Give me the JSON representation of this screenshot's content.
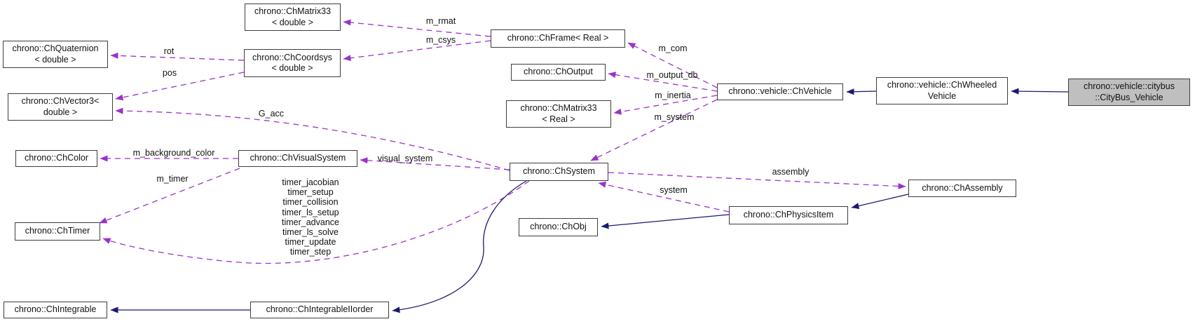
{
  "diagram": {
    "type": "doxygen-collaboration-graph",
    "colors": {
      "dashed-edge": "#9a32cd",
      "solid-edge": "#191970",
      "node-border": "#3d3d3d",
      "highlight-fill": "#bfbfbf",
      "bg": "#ffffff",
      "text": "#111111"
    },
    "nodes": [
      {
        "id": "chmatrix33-double",
        "label": "chrono::ChMatrix33\n< double >"
      },
      {
        "id": "chquaternion-double",
        "label": "chrono::ChQuaternion\n< double >"
      },
      {
        "id": "chcoordsys-double",
        "label": "chrono::ChCoordsys\n< double >"
      },
      {
        "id": "chvector3-double",
        "label": "chrono::ChVector3<\ndouble >"
      },
      {
        "id": "chframe-real",
        "label": "chrono::ChFrame< Real >"
      },
      {
        "id": "choutput",
        "label": "chrono::ChOutput"
      },
      {
        "id": "chmatrix33-real",
        "label": "chrono::ChMatrix33\n< Real >"
      },
      {
        "id": "chvehicle",
        "label": "chrono::vehicle::ChVehicle"
      },
      {
        "id": "chwheeledvehicle",
        "label": "chrono::vehicle::ChWheeled\nVehicle"
      },
      {
        "id": "citybus-vehicle",
        "label": "chrono::vehicle::citybus\n::CityBus_Vehicle",
        "highlighted": true
      },
      {
        "id": "chcolor",
        "label": "chrono::ChColor"
      },
      {
        "id": "chvisualsystem",
        "label": "chrono::ChVisualSystem"
      },
      {
        "id": "chsystem",
        "label": "chrono::ChSystem"
      },
      {
        "id": "chtimer",
        "label": "chrono::ChTimer"
      },
      {
        "id": "chobj",
        "label": "chrono::ChObj"
      },
      {
        "id": "chphysicsitem",
        "label": "chrono::ChPhysicsItem"
      },
      {
        "id": "chassembly",
        "label": "chrono::ChAssembly"
      },
      {
        "id": "chintegrable",
        "label": "chrono::ChIntegrable"
      },
      {
        "id": "chintegrableiiorder",
        "label": "chrono::ChIntegrableIIorder"
      }
    ],
    "edge_labels": [
      {
        "id": "rot",
        "text": "rot"
      },
      {
        "id": "pos",
        "text": "pos"
      },
      {
        "id": "g-acc",
        "text": "G_acc"
      },
      {
        "id": "m-rmat",
        "text": "m_rmat"
      },
      {
        "id": "m-csys",
        "text": "m_csys"
      },
      {
        "id": "m-com",
        "text": "m_com"
      },
      {
        "id": "m-output-db",
        "text": "m_output_db"
      },
      {
        "id": "m-inertia",
        "text": "m_inertia"
      },
      {
        "id": "m-system",
        "text": "m_system"
      },
      {
        "id": "assembly",
        "text": "assembly"
      },
      {
        "id": "system",
        "text": "system"
      },
      {
        "id": "visual-system",
        "text": "visual_system"
      },
      {
        "id": "m-background-color",
        "text": "m_background_color"
      },
      {
        "id": "m-timer",
        "text": "m_timer"
      },
      {
        "id": "timers",
        "text": "timer_jacobian\ntimer_setup\ntimer_collision\ntimer_ls_setup\ntimer_advance\ntimer_ls_solve\ntimer_update\ntimer_step"
      }
    ]
  }
}
